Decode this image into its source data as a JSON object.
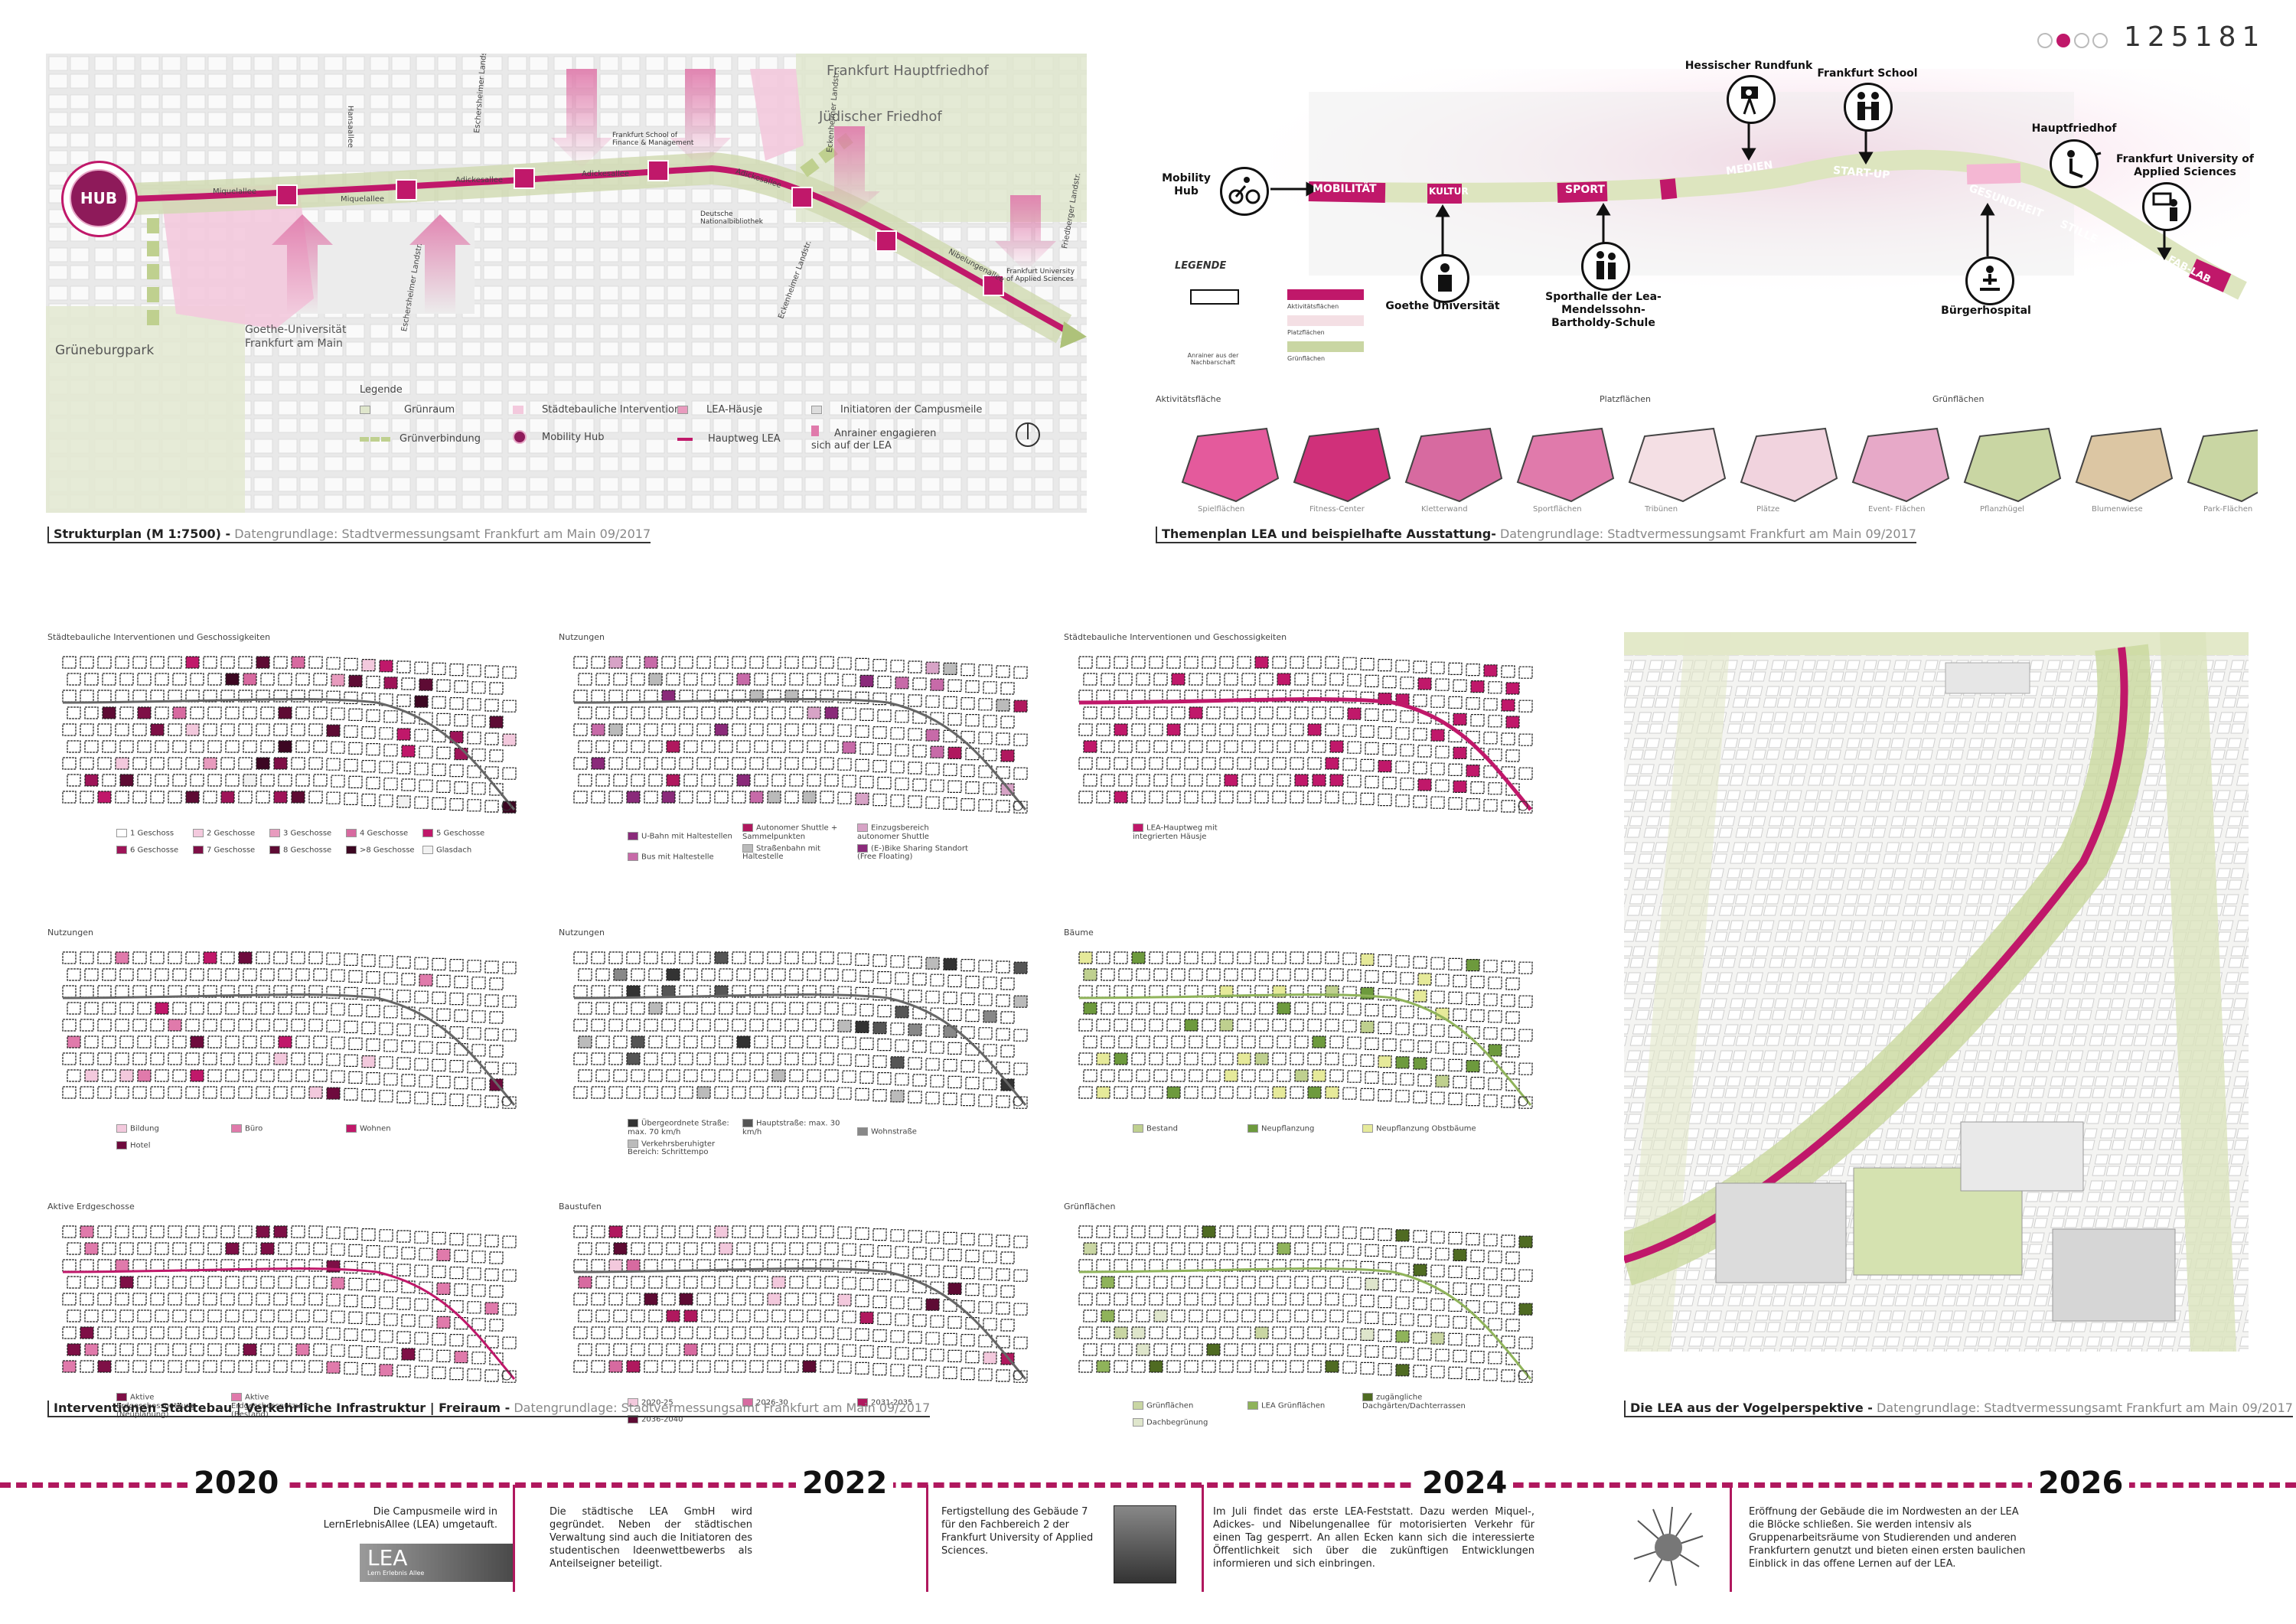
{
  "header": {
    "code": "125181"
  },
  "strukturplan": {
    "labels": {
      "hub": "HUB",
      "friedhof": "Frankfurt Hauptfriedhof",
      "juedisch": "Jüdischer Friedhof",
      "grueneburgpark": "Grüneburgpark",
      "goethe": "Goethe-Universität\nFrankfurt am Main",
      "fs": "Frankfurt School of\nFinance & Management",
      "natbib": "Deutsche\nNationalbibliothek",
      "fuas": "Frankfurt University\nof Applied Sciences",
      "miquel1": "Miquelallee",
      "miquel2": "Miquelallee",
      "adickes1": "Adickesallee",
      "adickes2": "Adickesallee",
      "adickes3": "Adickesallee",
      "nibelungen": "Nibelungenallee",
      "hansa": "Hansaallee",
      "esch1": "Eschersheimer Landstr.",
      "esch2": "Eschersheimer Landstr.",
      "eckenh1": "Eckenheimer Landstr.",
      "eckenh2": "Eckenheimer Landstr.",
      "fried": "Friedberger Landstr."
    },
    "legend": {
      "title": "Legende",
      "items": [
        "Grünraum",
        "Städtebauliche Intervention",
        "LEA-Häusje",
        "Initiatoren der Campusmeile",
        "Grünverbindung",
        "Mobility Hub",
        "Hauptweg LEA",
        "Anrainer engagieren sich auf der LEA"
      ]
    },
    "caption_bold": "Strukturplan (M 1:7500) -",
    "caption_rest": " Datengrundlage: Stadtvermessungsamt Frankfurt am Main 09/2017"
  },
  "themenplan": {
    "nodes": [
      "Mobility Hub",
      "Goethe Universität",
      "Sporthalle der Lea-Mendelssohn-Bartholdy-Schule",
      "Hessischer Rundfunk",
      "Frankfurt School",
      "Bürgerhospital",
      "Hauptfriedhof",
      "Frankfurt University of Applied Sciences"
    ],
    "band_labels": [
      "MOBILITÄT",
      "KULTUR",
      "SPORT",
      "MEDIEN",
      "START-UP",
      "GESUNDHEIT",
      "STILLE",
      "FAB-LAB"
    ],
    "legende_title": "LEGENDE",
    "legende_items": [
      "Aktivitätsflächen",
      "Platzflächen",
      "Grünflächen"
    ],
    "legende_note": "Anrainer aus der Nachbarschaft",
    "sections": [
      "Aktivitätsfläche",
      "Platzflächen",
      "Grünflächen"
    ],
    "areas": [
      "Spielflächen",
      "Fitness-Center",
      "Kletterwand",
      "Sportflächen",
      "Tribünen",
      "Plätze",
      "Event- Flächen",
      "Pflanzhügel",
      "Blumenwiese",
      "Park-Flächen"
    ],
    "caption_bold": "Themenplan LEA und beispielhafte Ausstattung-",
    "caption_rest": " Datengrundlage: Stadtvermessungsamt Frankfurt am Main 09/2017"
  },
  "small_maps": [
    {
      "title": "Städtebauliche Interventionen und Geschossigkeiten",
      "legend": [
        "1 Geschoss",
        "2 Geschosse",
        "3 Geschosse",
        "4 Geschosse",
        "5 Geschosse",
        "6 Geschosse",
        "7 Geschosse",
        "8 Geschosse",
        ">8 Geschosse",
        "Glasdach"
      ]
    },
    {
      "title": "Nutzungen",
      "legend": [
        "U-Bahn mit Haltestellen",
        "Autonomer Shuttle + Sammelpunkten",
        "Einzugsbereich autonomer Shuttle",
        "Bus mit Haltestelle",
        "Straßenbahn mit Haltestelle",
        "(E-)Bike Sharing Standort (Free Floating)"
      ]
    },
    {
      "title": "Städtebauliche Interventionen und Geschossigkeiten",
      "legend": [
        "LEA-Hauptweg mit integrierten Häusje"
      ]
    },
    {
      "title": "Nutzungen",
      "legend": [
        "Bildung",
        "Büro",
        "Wohnen",
        "Hotel"
      ]
    },
    {
      "title": "Nutzungen",
      "legend": [
        "Übergeordnete Straße: max. 70 km/h",
        "Hauptstraße: max. 30 km/h",
        "Wohnstraße",
        "Verkehrsberuhigter Bereich: Schrittempo"
      ]
    },
    {
      "title": "Bäume",
      "legend": [
        "Bestand",
        "Neupflanzung",
        "Neupflanzung Obstbäume"
      ]
    },
    {
      "title": "Aktive Erdgeschosse",
      "legend": [
        "Aktive Erdgeschossnutzung (Neuplanung)",
        "Aktive Erdgeschossnutzung (Bestand)"
      ]
    },
    {
      "title": "Baustufen",
      "legend": [
        "2020-25",
        "2026-30",
        "2031-2035",
        "2036-2040"
      ]
    },
    {
      "title": "Grünflächen",
      "legend": [
        "Grünflächen",
        "LEA Grünflächen",
        "zugängliche Dachgärten/Dachterrassen",
        "Dachbegrünung"
      ]
    }
  ],
  "interventions_caption_bold": "Interventionen Städtebau | Verkehrliche Infrastruktur | Freiraum -",
  "interventions_caption_rest": " Datengrundlage: Stadtvermessungsamt Frankfurt am Main 09/2017",
  "vogel_caption_bold": "Die LEA aus der Vogelperspektive -",
  "vogel_caption_rest": " Datengrundlage: Stadtvermessungsamt Frankfurt am Main 09/2017",
  "timeline": {
    "years": [
      "2020",
      "2022",
      "2024",
      "2026"
    ],
    "texts": [
      "Die Campusmeile wird in LernErlebnisAllee (LEA) umgetauft.",
      "Die städtische LEA GmbH wird gegründet. Neben der städtischen Verwaltung sind auch die Initiatoren des studentischen Ideenwettbewerbs als Anteilseigner beteiligt.",
      "Fertigstellung des Gebäude 7 für den Fachbereich 2 der Frankfurt University of Applied Sciences.",
      "Im Juli findet das erste LEA-Feststatt. Dazu werden Miquel-, Adickes- und Nibelungenallee für motorisierten Verkehr für einen Tag gesperrt. An allen Ecken kann sich die interessierte Öffentlichkeit sich über die zukünftigen Entwicklungen informieren und sich einbringen.",
      "Eröffnung der Gebäude die im Nordwesten an der LEA die Blöcke schließen. Sie werden intensiv als Gruppenarbeitsräume von Studierenden und anderen Frankfurtern genutzt und bieten einen ersten baulichen Einblick in das offene Lernen auf der LEA."
    ],
    "logo_main": "LEA",
    "logo_sub": "Lern Erlebnis Allee"
  },
  "colors": {
    "accent": "#c0186a",
    "green": "#c9d6a3",
    "pinklight": "#f3c9dd"
  }
}
